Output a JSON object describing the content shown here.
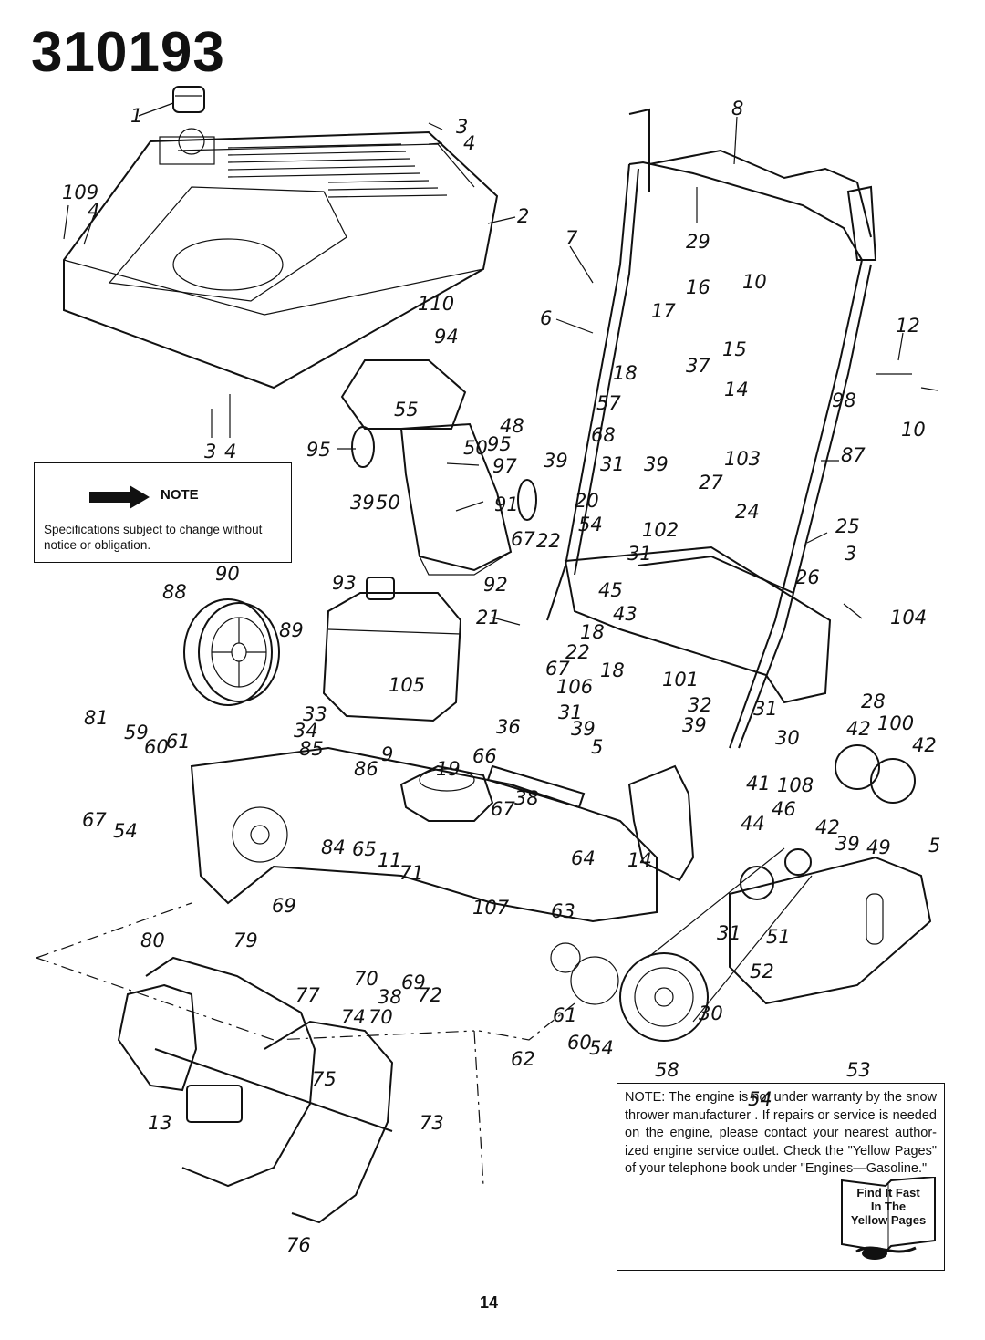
{
  "header": {
    "model_number": "310193"
  },
  "note_box": {
    "label": "NOTE",
    "text": "Specifications subject to change without notice or obligation."
  },
  "engine_note": {
    "text": "NOTE: The engine is not under warranty by the snow thrower manufacturer . If repairs or service is needed on the engine, please contact your nearest author- ized engine service outlet. Check the \"Yellow Pages\" of your telephone book under \"Engines—Gasoline.\"",
    "yellow_pages_line1": "Find It Fast",
    "yellow_pages_line2": "In The",
    "yellow_pages_line3": "Yellow Pages"
  },
  "footer": {
    "page_number": "14"
  },
  "callouts": [
    "1",
    "109",
    "4",
    "3",
    "4",
    "2",
    "3",
    "4",
    "110",
    "8",
    "29",
    "7",
    "6",
    "16",
    "10",
    "17",
    "12",
    "15",
    "18",
    "37",
    "14",
    "98",
    "10",
    "94",
    "55",
    "48",
    "50",
    "95",
    "97",
    "95",
    "39",
    "50",
    "57",
    "68",
    "31",
    "39",
    "103",
    "27",
    "87",
    "91",
    "20",
    "24",
    "25",
    "54",
    "102",
    "39",
    "67",
    "22",
    "31",
    "92",
    "3",
    "26",
    "104",
    "90",
    "93",
    "88",
    "21",
    "45",
    "43",
    "18",
    "89",
    "22",
    "67",
    "18",
    "101",
    "28",
    "105",
    "106",
    "32",
    "31",
    "81",
    "33",
    "34",
    "36",
    "31",
    "39",
    "39",
    "42",
    "100",
    "59",
    "60",
    "61",
    "85",
    "9",
    "19",
    "66",
    "5",
    "42",
    "86",
    "30",
    "41",
    "108",
    "67",
    "54",
    "38",
    "67",
    "44",
    "46",
    "84",
    "65",
    "11",
    "14",
    "64",
    "49",
    "5",
    "71",
    "69",
    "107",
    "63",
    "42",
    "39",
    "80",
    "79",
    "31",
    "51",
    "52",
    "70",
    "38",
    "69",
    "72",
    "77",
    "61",
    "60",
    "54",
    "30",
    "74",
    "70",
    "58",
    "53",
    "62",
    "75",
    "13",
    "73",
    "54",
    "76"
  ]
}
